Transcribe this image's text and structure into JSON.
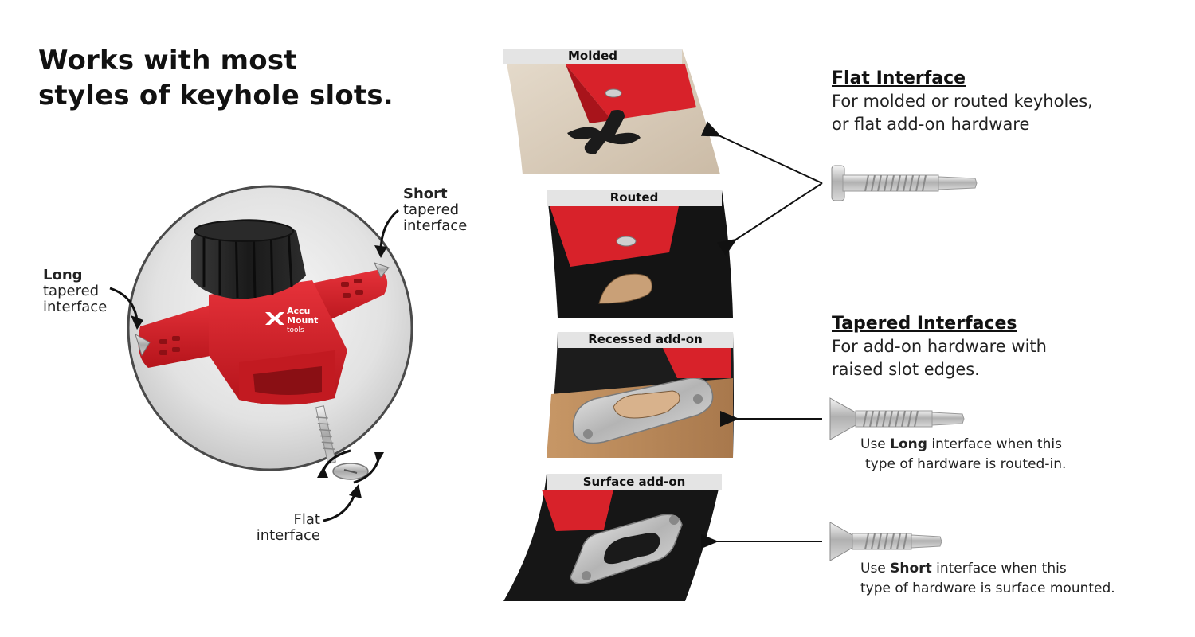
{
  "headline": {
    "line1": "Works with most",
    "line2": "styles of keyhole slots."
  },
  "tool_callouts": {
    "long_title": "Long",
    "long_line1": "tapered",
    "long_line2": "interface",
    "short_title": "Short",
    "short_line1": "tapered",
    "short_line2": "interface",
    "flat_line1": "Flat",
    "flat_line2": "interface"
  },
  "logo": {
    "line1": "Accu",
    "line2": "Mount",
    "line3": "tools"
  },
  "slot_photos": [
    {
      "label": "Molded"
    },
    {
      "label": "Routed"
    },
    {
      "label": "Recessed add-on"
    },
    {
      "label": "Surface add-on"
    }
  ],
  "flat_section": {
    "title": "Flat Interface",
    "desc_line1": "For molded or routed keyholes,",
    "desc_line2": "or flat add-on hardware"
  },
  "tapered_section": {
    "title": "Tapered Interfaces",
    "desc_line1": "For add-on hardware with",
    "desc_line2": "raised slot edges."
  },
  "notes": {
    "long_pre": "Use ",
    "long_bold": "Long",
    "long_post": " interface when this",
    "long_line2": "type of hardware is routed-in.",
    "short_pre": "Use ",
    "short_bold": "Short",
    "short_post": " interface when this",
    "short_line2": "type of hardware is surface mounted."
  },
  "icons": [
    "screw-icon",
    "arrow-icon",
    "curved-arrow-icon",
    "keyhole-icon"
  ],
  "colors": {
    "tool_red": "#d8222a",
    "knob_black": "#1e1e1e",
    "sphere_gray": "#e3e3e3",
    "label_bar": "#e4e4e4"
  }
}
